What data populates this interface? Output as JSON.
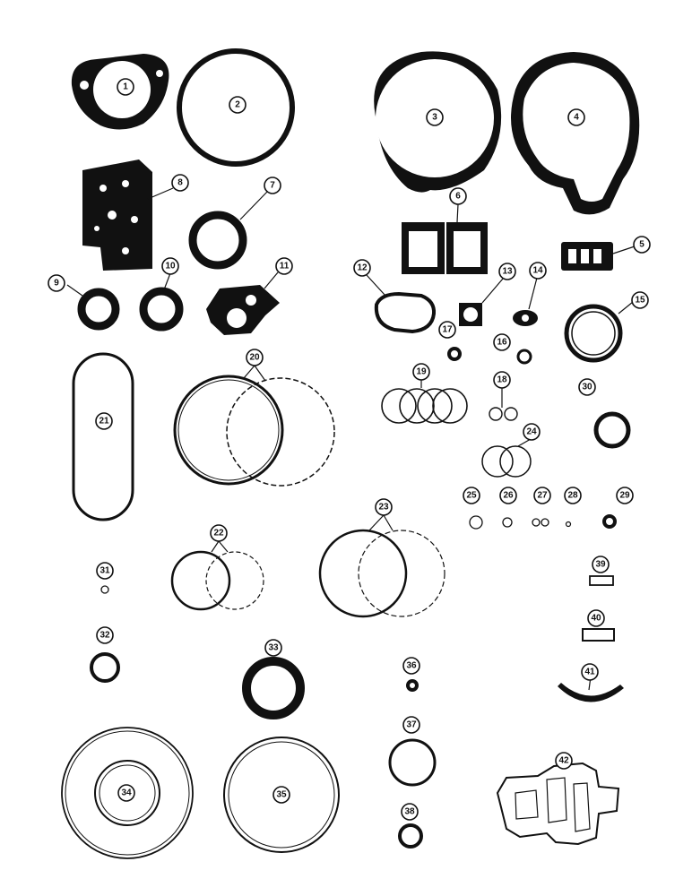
{
  "figure": {
    "callouts": [
      "1",
      "2",
      "3",
      "4",
      "5",
      "6",
      "7",
      "8",
      "9",
      "10",
      "11",
      "12",
      "13",
      "14",
      "15",
      "16",
      "17",
      "18",
      "19",
      "20",
      "21",
      "22",
      "23",
      "24",
      "25",
      "26",
      "27",
      "28",
      "29",
      "30",
      "31",
      "32",
      "33",
      "34",
      "35",
      "36",
      "37",
      "38",
      "39",
      "40",
      "41",
      "42"
    ]
  },
  "colors": {
    "ink": "#111111",
    "paper": "#ffffff"
  }
}
